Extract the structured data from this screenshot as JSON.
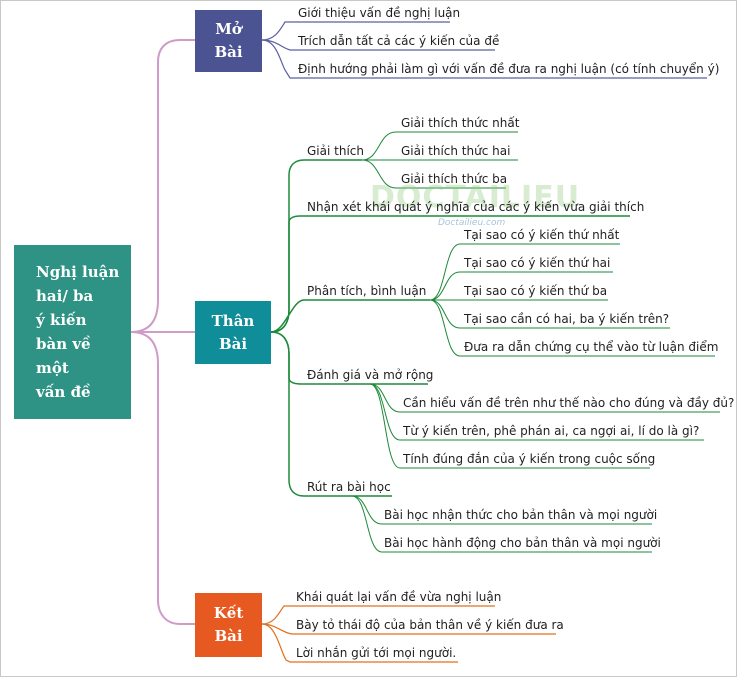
{
  "root": {
    "lines": [
      "Nghị luận",
      "hai/ ba",
      "ý kiến",
      "bàn về",
      "một",
      "vấn đề"
    ]
  },
  "mo_bai": {
    "label": [
      "Mở",
      "Bài"
    ],
    "items": [
      "Giới thiệu vấn đề nghị luận",
      "Trích dẫn tất cả các ý kiến của đề",
      "Định hướng phải làm gì với vấn đề đưa ra nghị luận (có tính chuyển ý)"
    ]
  },
  "than_bai": {
    "label": [
      "Thân",
      "Bài"
    ],
    "giai_thich": {
      "label": "Giải thích",
      "items": [
        "Giải thích thức nhất",
        "Giải thích thức hai",
        "Giải thích thức ba"
      ]
    },
    "nhan_xet": {
      "label": "Nhận xét khái quát ý nghĩa của các ý kiến vừa giải thích"
    },
    "phan_tich": {
      "label": "Phân tích, bình luận",
      "items": [
        "Tại sao có ý kiến thứ nhất",
        "Tại sao có ý kiến thứ hai",
        "Tại sao có ý kiến thứ ba",
        "Tại sao cần có hai, ba ý kiến trên?",
        "Đưa ra dẫn chứng cụ thể vào từ luận điểm"
      ]
    },
    "danh_gia": {
      "label": "Đánh giá và mở rộng",
      "items": [
        "Cần hiểu vấn đề trên như thế nào cho đúng và đầy đủ?",
        "Từ ý kiến trên, phê phán ai, ca ngợi ai, lí do là gì?",
        "Tính đúng đắn của ý kiến trong cuộc sống"
      ]
    },
    "rut_ra": {
      "label": "Rút ra bài học",
      "items": [
        "Bài học nhận thức cho bản thân và mọi người",
        "Bài học hành động cho bản thân và mọi người"
      ]
    }
  },
  "ket_bai": {
    "label": [
      "Kết",
      "Bài"
    ],
    "items": [
      "Khái quát lại vấn đề vừa nghị luận",
      "Bày tỏ thái độ của bản thân về ý kiến đưa ra",
      "Lời nhắn gửi tới mọi người."
    ]
  },
  "watermark": {
    "logo": "DOCTAILIEU",
    "sub": "Doctailieu.com"
  },
  "colors": {
    "root": "#2e9384",
    "mo_bai": "#4c5393",
    "than_bai": "#0f8d98",
    "ket_bai": "#e65a22",
    "pink_wire": "#cf9cc8",
    "purple_wire": "#5b5fa0",
    "green_wire": "#1e8a3a",
    "orange_wire": "#e0701e"
  }
}
